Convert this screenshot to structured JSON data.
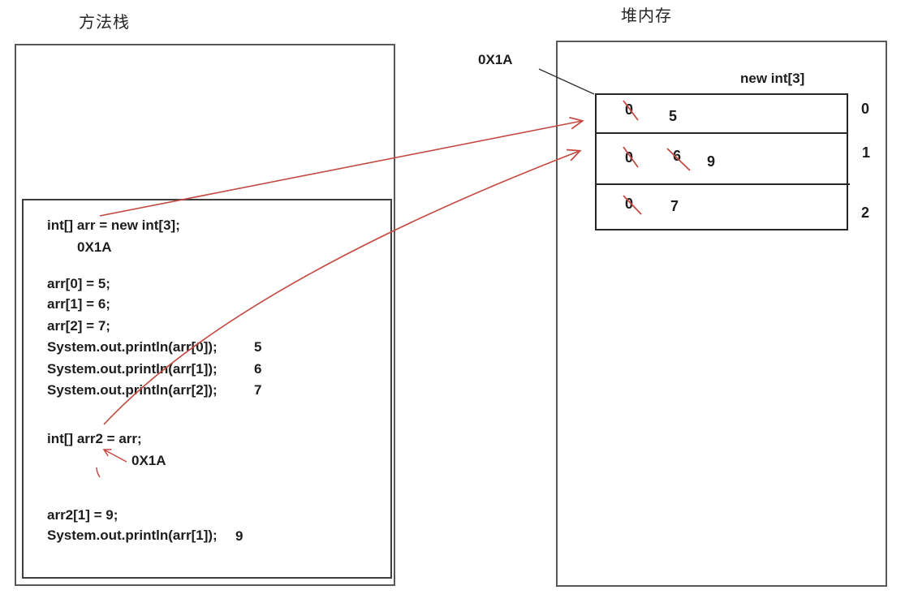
{
  "titles": {
    "stack": "方法栈",
    "heap": "堆内存"
  },
  "stack": {
    "code": [
      {
        "text": "int[] arr = new int[3];"
      },
      {
        "text": "0X1A"
      },
      {
        "text": "arr[0] = 5;"
      },
      {
        "text": "arr[1] = 6;"
      },
      {
        "text": "arr[2] = 7;"
      },
      {
        "text": "System.out.println(arr[0]);",
        "output": "5"
      },
      {
        "text": "System.out.println(arr[1]);",
        "output": "6"
      },
      {
        "text": "System.out.println(arr[2]);",
        "output": "7"
      },
      {
        "text": "int[] arr2 = arr;"
      },
      {
        "text": "0X1A"
      },
      {
        "text": "arr2[1] = 9;"
      },
      {
        "text": "System.out.println(arr[1]);",
        "output": "9"
      }
    ]
  },
  "heap": {
    "address_label": "0X1A",
    "array_label": "new int[3]",
    "rows": [
      {
        "initial": "0",
        "value": "5",
        "index": "0"
      },
      {
        "initial": "0",
        "old_value": "6",
        "new_value": "9",
        "index": "1"
      },
      {
        "initial": "0",
        "value": "7",
        "index": "2"
      }
    ]
  },
  "colors": {
    "annotation_red": "#c34a42",
    "line_black": "#333333"
  }
}
